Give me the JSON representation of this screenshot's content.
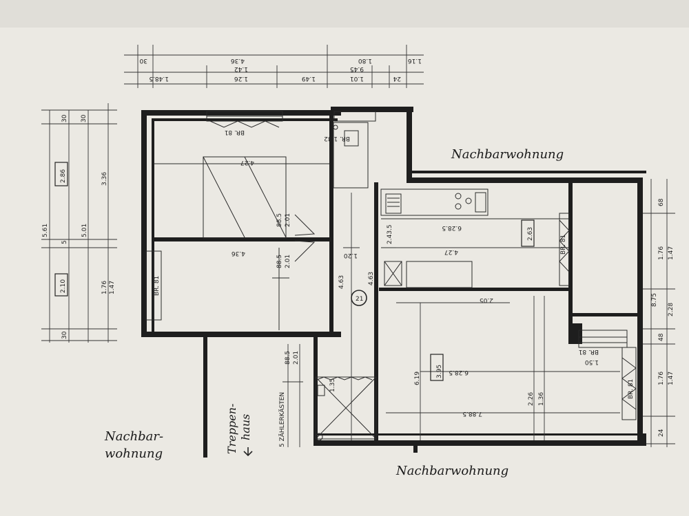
{
  "labels": {
    "neighbor_top_right": "Nachbarwohnung",
    "neighbor_bottom": "Nachbarwohnung",
    "neighbor_left_line1": "Nachbar-",
    "neighbor_left_line2": "wohnung",
    "stairs_line1": "Treppen-",
    "stairs_line2": "haus",
    "meter_cabinet": "5 ZÄHLERKÄSTEN",
    "unit_number": "21"
  },
  "left_dimensions": {
    "total": "5.61",
    "upper": "3.36",
    "middle": "5.01",
    "opening_upper": "2.86",
    "opening_lower": "2.10",
    "lower_a": "1.76",
    "lower_b": "1.47",
    "wall_a": "30",
    "wall_b": "30",
    "wall_c": "30",
    "wall_d": "5"
  },
  "top_dimensions": {
    "row1": [
      "30",
      "4.36",
      "1.80",
      "1.16"
    ],
    "row2": [
      "1.48.5",
      "1.26",
      "1.42",
      "1.49",
      "1.01",
      "9.45",
      "24"
    ]
  },
  "right_dimensions": [
    "68",
    "1.76",
    "1.47",
    "8.75",
    "2.28",
    "48",
    "1.76",
    "1.47",
    "24"
  ],
  "room_dimensions": {
    "bedroom_width": "4.36",
    "bedroom_depth": "4.27",
    "upper_room_width": "4.27",
    "living_width": "6.28.5",
    "living_width_2": "7.88.5",
    "living_depth": "6.19",
    "hall_depth": "4.63",
    "kitchen_height": "2.43.5",
    "corridor_width": "1.20",
    "door_1": "88.5",
    "door_2": "2.01",
    "window_br_1": "BR. 81",
    "window_br_2": "BR. 81",
    "window_br_3": "BR. 81",
    "window_br_4": "BR. 81",
    "window_br_5": "BR. 1.32",
    "window_br_6": "BR. 81",
    "height_1": "2.63",
    "height_2": "3.95",
    "height_3": "2.05",
    "bath": "1.35",
    "misc_1": "2.26",
    "misc_2": "1.36",
    "misc_3": "1.50"
  }
}
